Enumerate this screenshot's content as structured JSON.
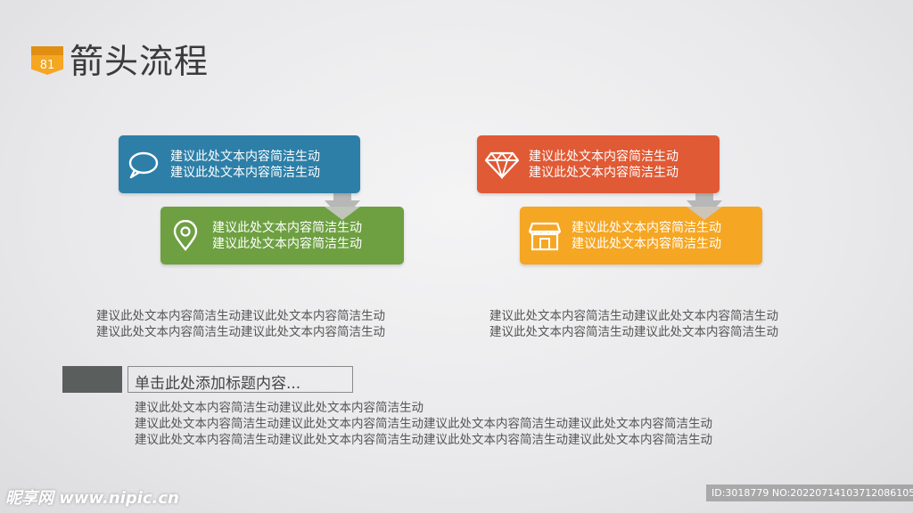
{
  "header": {
    "badge_number": "81",
    "title": "箭头流程"
  },
  "colors": {
    "blue": "#2d7fa8",
    "green": "#6ea042",
    "red": "#e05a35",
    "orange": "#f5a623"
  },
  "left_flow": {
    "box1": {
      "icon": "chat-bubble-icon",
      "line1": "建议此处文本内容简洁生动",
      "line2": "建议此处文本内容简洁生动"
    },
    "box2": {
      "icon": "location-pin-icon",
      "line1": "建议此处文本内容简洁生动",
      "line2": "建议此处文本内容简洁生动"
    },
    "desc": {
      "line1": "建议此处文本内容简洁生动建议此处文本内容简洁生动",
      "line2": "建议此处文本内容简洁生动建议此处文本内容简洁生动"
    }
  },
  "right_flow": {
    "box1": {
      "icon": "diamond-icon",
      "line1": "建议此处文本内容简洁生动",
      "line2": "建议此处文本内容简洁生动"
    },
    "box2": {
      "icon": "store-icon",
      "line1": "建议此处文本内容简洁生动",
      "line2": "建议此处文本内容简洁生动"
    },
    "desc": {
      "line1": "建议此处文本内容简洁生动建议此处文本内容简洁生动",
      "line2": "建议此处文本内容简洁生动建议此处文本内容简洁生动"
    }
  },
  "section": {
    "title": "单击此处添加标题内容...",
    "lines": [
      "建议此处文本内容简洁生动建议此处文本内容简洁生动",
      "建议此处文本内容简洁生动建议此处文本内容简洁生动建议此处文本内容简洁生动建议此处文本内容简洁生动",
      "建议此处文本内容简洁生动建议此处文本内容简洁生动建议此处文本内容简洁生动建议此处文本内容简洁生动"
    ]
  },
  "watermark": {
    "left": "昵享网 www.nipic.cn",
    "right": "ID:3018779 NO:20220714103712086105"
  }
}
